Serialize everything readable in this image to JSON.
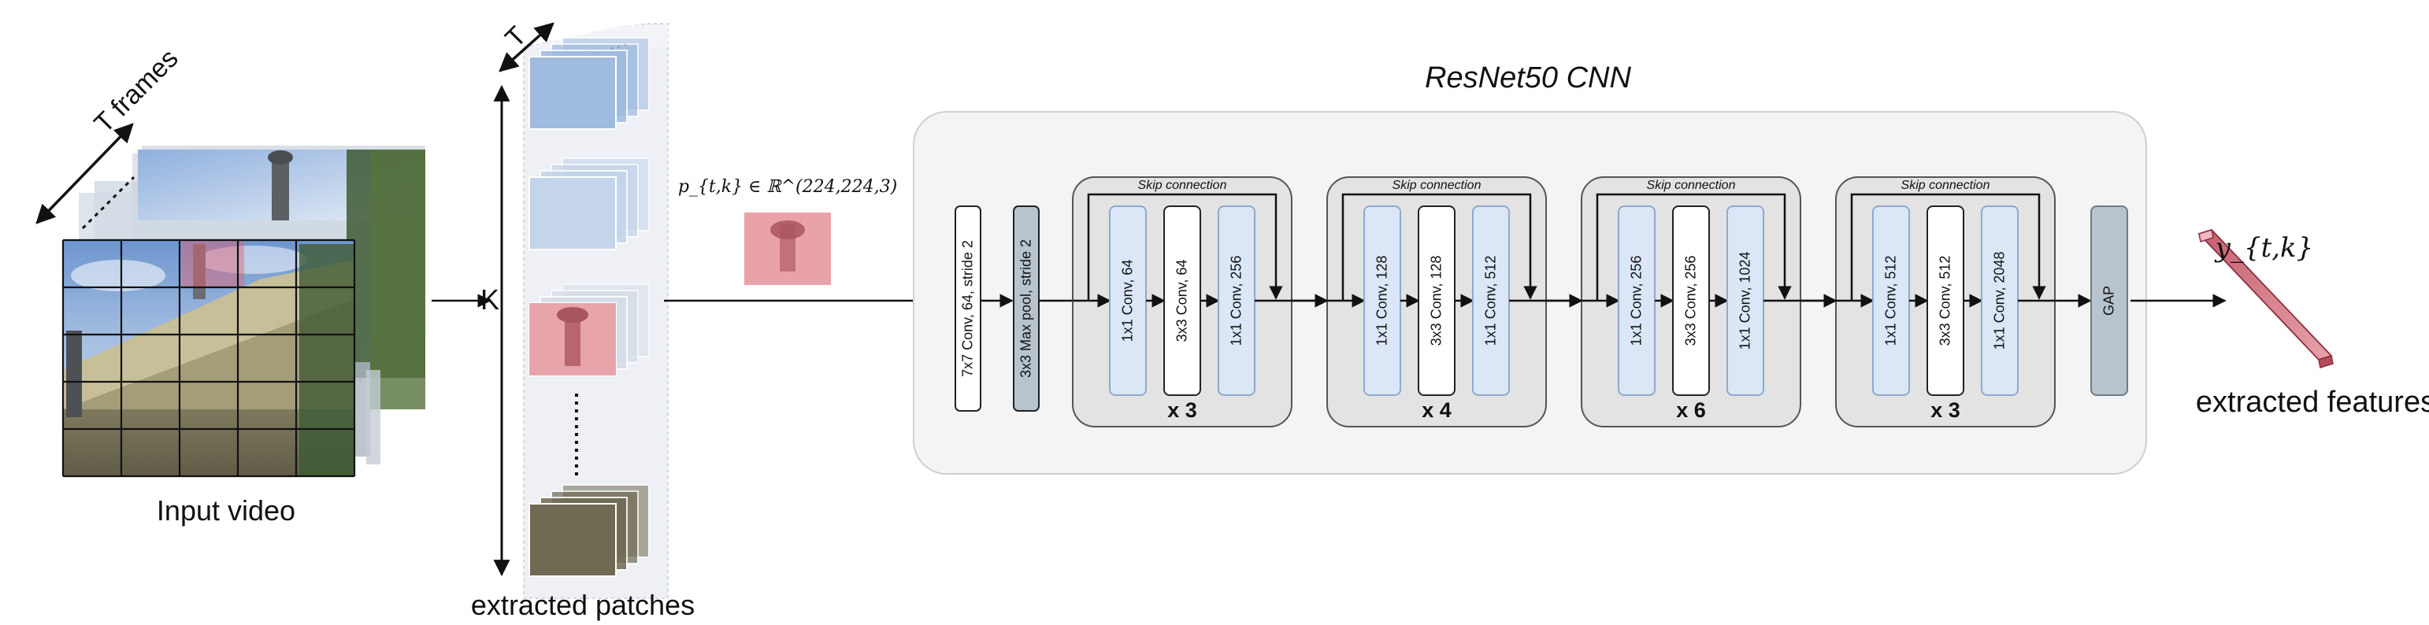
{
  "labels": {
    "input_video": "Input video",
    "t_frames": "T frames",
    "t": "T",
    "k": "K",
    "extracted_patches": "extracted patches",
    "patch_formula": "p_{t,k} ∈ ℝ^(224,224,3)",
    "cnn_title": "ResNet50 CNN",
    "output_symbol": "y_{t,k}",
    "extracted_features": "extracted features"
  },
  "stem": {
    "conv": "7x7 Conv, 64, stride 2",
    "pool": "3x3 Max pool, stride 2"
  },
  "stages": [
    {
      "skip": "Skip connection",
      "layers": [
        "1x1 Conv, 64",
        "3x3 Conv, 64",
        "1x1 Conv, 256"
      ],
      "repeat": "x 3"
    },
    {
      "skip": "Skip connection",
      "layers": [
        "1x1 Conv, 128",
        "3x3 Conv, 128",
        "1x1 Conv, 512"
      ],
      "repeat": "x 4"
    },
    {
      "skip": "Skip connection",
      "layers": [
        "1x1 Conv, 256",
        "3x3 Conv, 256",
        "1x1 Conv, 1024"
      ],
      "repeat": "x 6"
    },
    {
      "skip": "Skip connection",
      "layers": [
        "1x1 Conv, 512",
        "3x3 Conv, 512",
        "1x1 Conv, 2048"
      ],
      "repeat": "x 3"
    }
  ],
  "gap": "GAP",
  "colors": {
    "conv_blue": "#dbe7f7",
    "pool_gray": "#b7c4ce",
    "stage_bg": "#e3e3e3",
    "cnn_bg": "#f4f4f4",
    "highlight": "#e8a0a8",
    "feature_bar": "#d88a94"
  }
}
